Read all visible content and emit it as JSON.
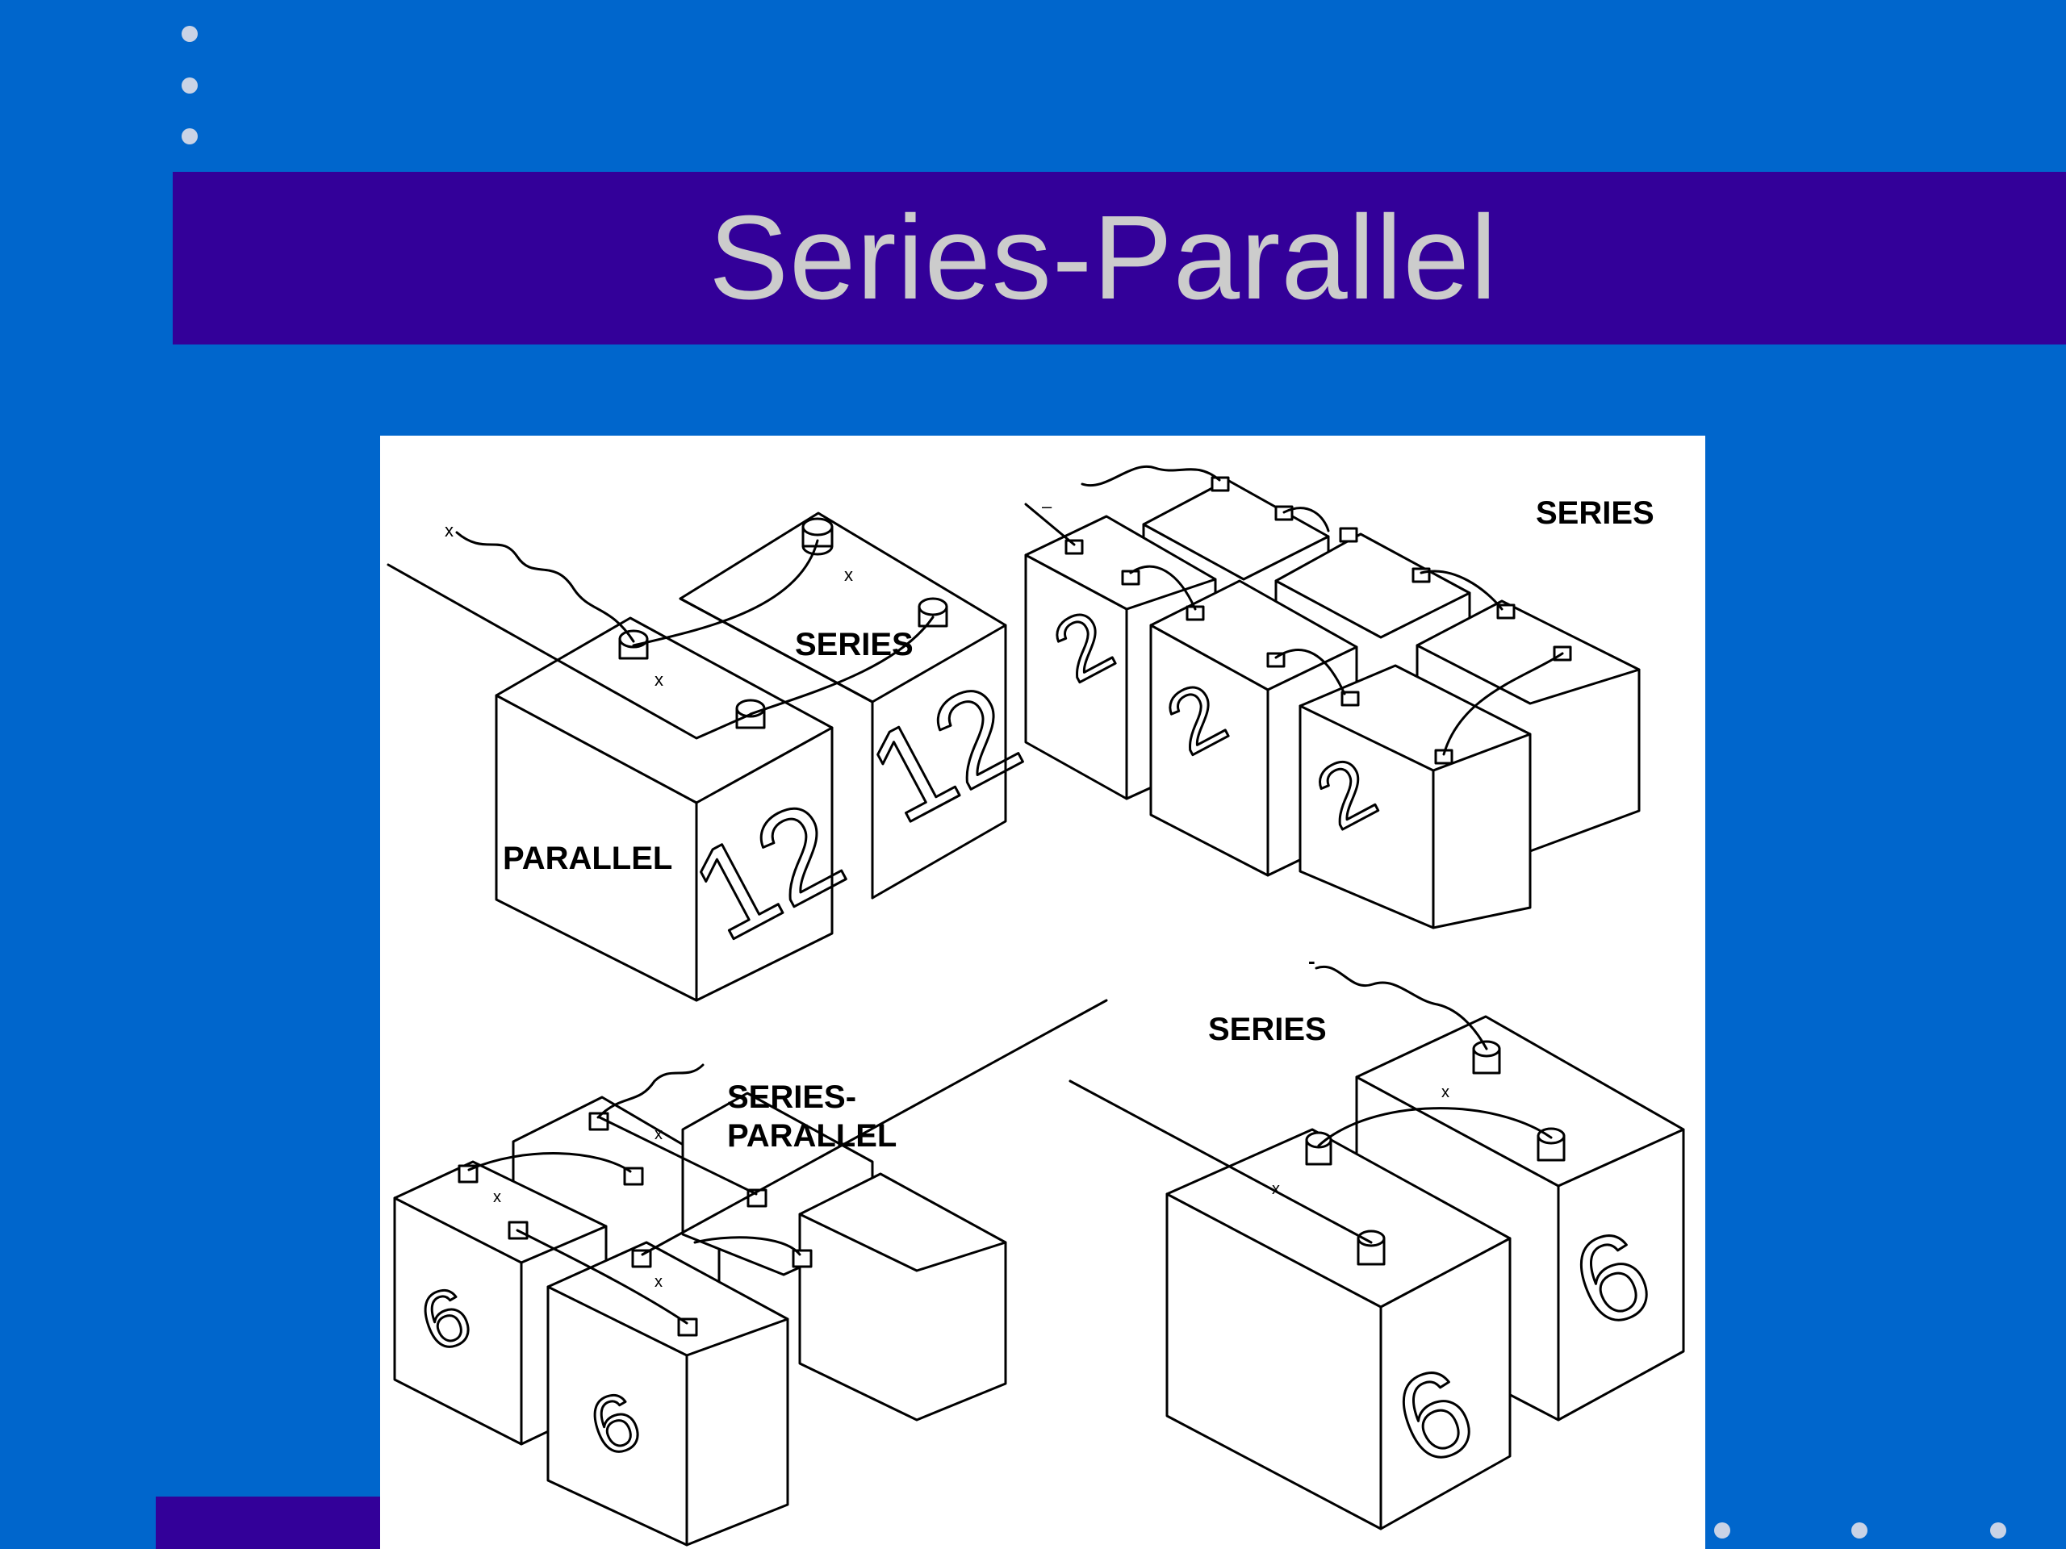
{
  "slide": {
    "title": "Series-Parallel",
    "colors": {
      "background": "#0066cc",
      "title_band": "#330099",
      "title_text": "#cccccc",
      "bullet_dots": "#c9d3e6",
      "figure_bg": "#ffffff"
    }
  },
  "diagram": {
    "labels": {
      "parallel": "PARALLEL",
      "series_top_left": "SERIES",
      "series_top_right": "SERIES",
      "series_parallel": "SERIES-\nPARALLEL",
      "series_bottom_right": "SERIES"
    },
    "battery_numerals": {
      "top_left": [
        "12",
        "12"
      ],
      "top_right": [
        "2",
        "2",
        "2"
      ],
      "bottom_left": [
        "6",
        "6"
      ],
      "bottom_right": [
        "6",
        "6"
      ]
    }
  }
}
